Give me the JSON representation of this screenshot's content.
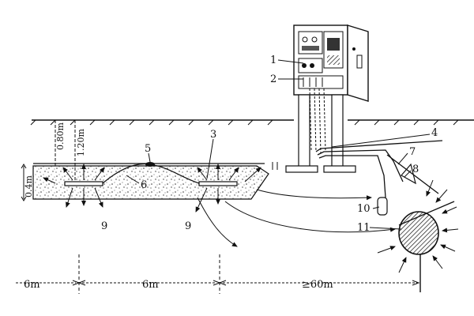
{
  "labels": {
    "l1": "1",
    "l2": "2",
    "l3": "3",
    "l4": "4",
    "l5": "5",
    "l6": "6",
    "l7": "7",
    "l8": "8",
    "l9a": "9",
    "l9b": "9",
    "l10": "10",
    "l11": "11"
  },
  "dimensions": {
    "depth_top": "0.80m",
    "depth_mid": "1.20m",
    "depth_left": "0.4m",
    "span_1": "6m",
    "span_2": "6m",
    "span_3": "≥60m"
  },
  "colors": {
    "ink": "#111111",
    "paper": "#ffffff"
  }
}
